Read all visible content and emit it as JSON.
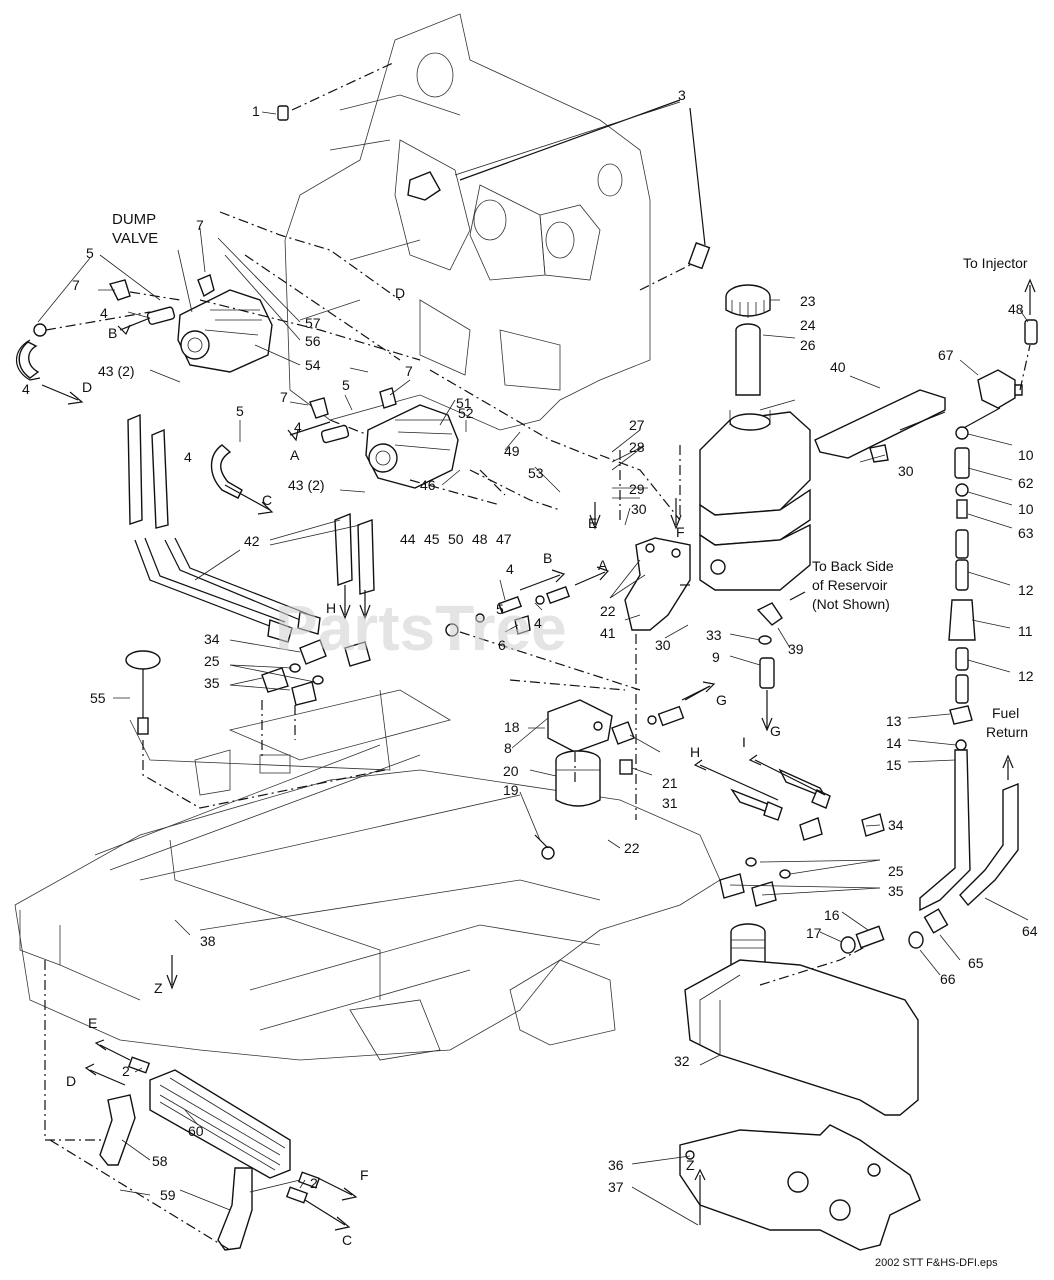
{
  "labels": {
    "dump_valve_1": "DUMP",
    "dump_valve_2": "VALVE",
    "to_injector": "To Injector",
    "to_back_1": "To Back Side",
    "to_back_2": "of Reservoir",
    "to_back_3": "(Not Shown)",
    "fuel_1": "Fuel",
    "fuel_2": "Return",
    "watermark": "PartsTree",
    "footer": "2002 STT F&HS-DFI.eps"
  },
  "letters": {
    "A1": "A",
    "A2": "A",
    "B1": "B",
    "B2": "B",
    "C1": "C",
    "C2": "C",
    "D1": "D",
    "D2": "D",
    "D3": "D",
    "E1": "E",
    "E2": "E",
    "F1": "F",
    "F2": "F",
    "G1": "G",
    "G2": "G",
    "H1": "H",
    "H2": "H",
    "I1": "I",
    "Z1": "Z",
    "Z2": "Z"
  },
  "callouts": {
    "n1": "1",
    "n3": "3",
    "n7a": "7",
    "n5a": "5",
    "n7b": "7",
    "n4a": "4",
    "n4b": "4",
    "n57": "57",
    "n56": "56",
    "n54": "54",
    "n43a": "43 (2)",
    "n43b": "43 (2)",
    "n7c": "7",
    "n5b": "5",
    "n7d": "7",
    "n51": "51",
    "n4c": "4",
    "n5c": "5",
    "n4d": "4",
    "n52": "52",
    "n49": "49",
    "n46": "46",
    "n44": "44",
    "n45": "45",
    "n50": "50",
    "n48a": "48",
    "n47": "47",
    "n53": "53",
    "n42": "42",
    "n34a": "34",
    "n25a": "25",
    "n35a": "35",
    "n55": "55",
    "n23": "23",
    "n24": "24",
    "n26": "26",
    "n40": "40",
    "n48b": "48",
    "n67": "67",
    "n27": "27",
    "n28": "28",
    "n29": "29",
    "n30a": "30",
    "n30b": "30",
    "n30c": "30",
    "n22a": "22",
    "n41": "41",
    "n4e": "4",
    "n5d": "5",
    "n4f": "4",
    "n6": "6",
    "n10a": "10",
    "n62": "62",
    "n10b": "10",
    "n63": "63",
    "n12a": "12",
    "n11": "11",
    "n12b": "12",
    "n13": "13",
    "n14": "14",
    "n15": "15",
    "n39": "39",
    "n33": "33",
    "n9": "9",
    "n18": "18",
    "n8": "8",
    "n20": "20",
    "n21": "21",
    "n31": "31",
    "n19": "19",
    "n22b": "22",
    "n34b": "34",
    "n25b": "25",
    "n35b": "35",
    "n38": "38",
    "n16": "16",
    "n17": "17",
    "n64": "64",
    "n65": "65",
    "n66": "66",
    "n32": "32",
    "n36": "36",
    "n37": "37",
    "n2a": "2",
    "n2b": "2",
    "n60": "60",
    "n58": "58",
    "n59": "59"
  }
}
